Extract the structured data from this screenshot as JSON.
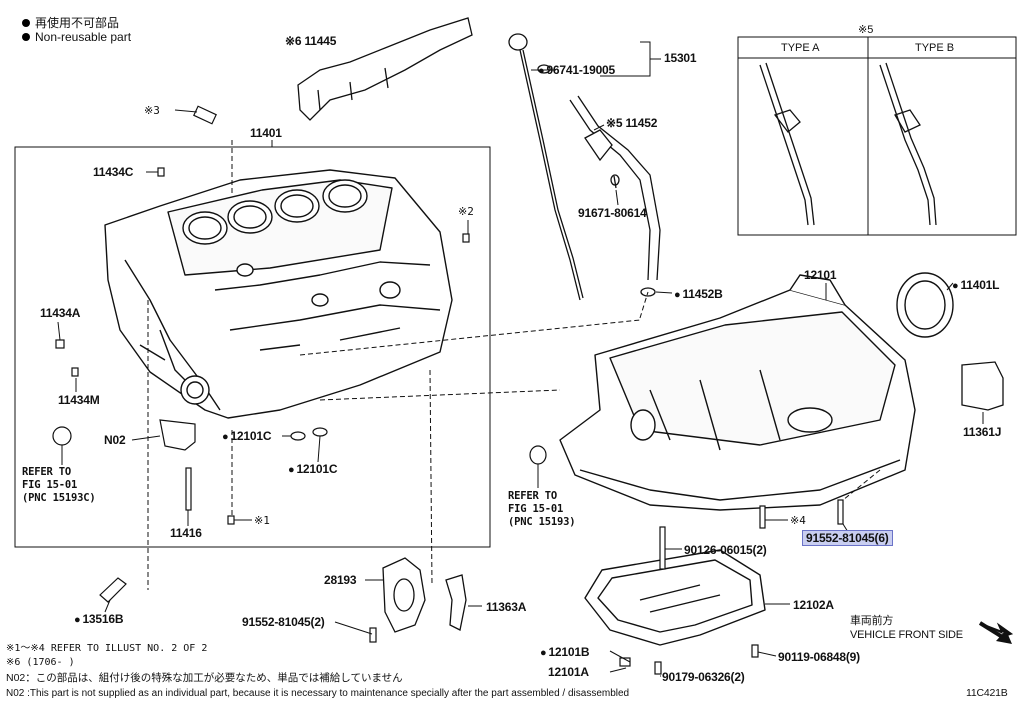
{
  "legend": {
    "jp": "再使用不可部品",
    "en": "Non-reusable part"
  },
  "labels": {
    "p11445": "※6 11445",
    "p15301": "15301",
    "p96741": "96741-19005",
    "p11452": "※5 11452",
    "p91671": "91671-80614",
    "p11452b": "11452B",
    "p12101": "12101",
    "p11401l": "11401L",
    "p11361j": "11361J",
    "p11401": "11401",
    "p11434c": "11434C",
    "p11434a": "11434A",
    "p11434m": "11434M",
    "pN02": "N02",
    "p12101c_a": "12101C",
    "p12101c_b": "12101C",
    "p11416": "11416",
    "x1": "※1",
    "x2": "※2",
    "x3": "※3",
    "x4": "※4",
    "p91552_hl": "91552-81045(6)",
    "p90126": "90126-06015(2)",
    "p12102a": "12102A",
    "p90119": "90119-06848(9)",
    "p90179": "90179-06326(2)",
    "p12101b": "12101B",
    "p12101a": "12101A",
    "p28193": "28193",
    "p91552_2": "91552-81045(2)",
    "p11363a": "11363A",
    "p13516b": "13516B",
    "ref1": [
      "REFER TO",
      "FIG 15-01",
      "(PNC 15193C)"
    ],
    "ref2": [
      "REFER TO",
      "FIG 15-01",
      "(PNC 15193)"
    ],
    "front_jp": "車両前方",
    "front_en": "VEHICLE FRONT SIDE",
    "x5": "※5",
    "type_a": "TYPE A",
    "type_b": "TYPE B",
    "code": "11C421B"
  },
  "footnotes": {
    "line1": "※1～※4 REFER TO ILLUST NO. 2 OF 2",
    "line2": "※6 (1706-      )",
    "line3": "N02：この部品は、組付け後の特殊な加工が必要なため、単品では補給していません",
    "line4": "N02 :This part is not supplied as an individual part, because it is necessary to maintenance specially after the part assembled / disassembled"
  }
}
